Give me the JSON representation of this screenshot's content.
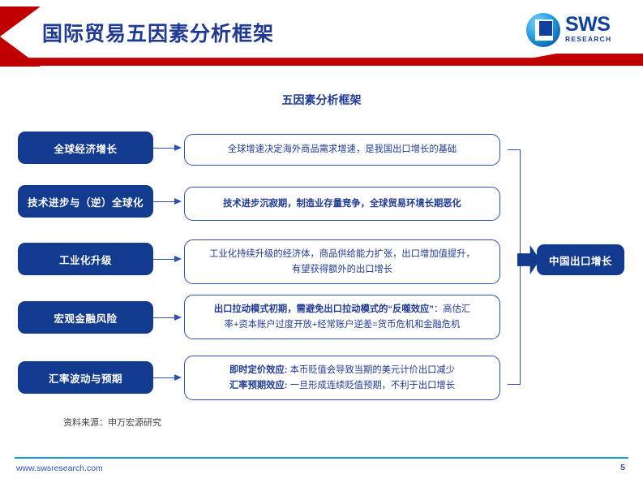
{
  "header": {
    "title": "国际贸易五因素分析框架",
    "logo": {
      "name": "SWS",
      "subtitle": "RESEARCH"
    },
    "accent_red": "#c00000",
    "accent_blue": "#1f3a93"
  },
  "chart_title": "五因素分析框架",
  "diagram": {
    "type": "flow",
    "factors": [
      {
        "label": "全球经济增长"
      },
      {
        "label": "技术进步与（逆）全球化"
      },
      {
        "label": "工业化升级"
      },
      {
        "label": "宏观金融风险"
      },
      {
        "label": "汇率波动与预期"
      }
    ],
    "descriptions": [
      {
        "bold": false,
        "lines": [
          {
            "text": "全球增速决定海外商品需求增速，是我国出口增长的基础"
          }
        ]
      },
      {
        "bold": true,
        "lines": [
          {
            "text": "技术进步沉寂期，制造业存量竞争，全球贸易环境长期恶化"
          }
        ]
      },
      {
        "bold": false,
        "lines": [
          {
            "text": "工业化持续升级的经济体，商品供给能力扩张，出口增加值提升，"
          },
          {
            "text": "有望获得额外的出口增长"
          }
        ]
      },
      {
        "bold": false,
        "lines": [
          {
            "strong": "出口拉动模式初期，需避免出口拉动模式的“反噬效应”",
            "text": "：高估汇"
          },
          {
            "text": "率+资本账户过度开放+经常账户逆差=货币危机和金融危机"
          }
        ]
      },
      {
        "bold": false,
        "lines": [
          {
            "strong": "即时定价效应:",
            "text": " 本币贬值会导致当期的美元计价出口减少"
          },
          {
            "strong": "汇率预期效应:",
            "text": " 一旦形成连续贬值预期，不利于出口增长"
          }
        ]
      }
    ],
    "result": {
      "label": "中国出口增长"
    },
    "box_fill": "#123a8e",
    "outline_color": "#2d51b8"
  },
  "source_note": "资料来源：申万宏源研究",
  "footer": {
    "url": "www.swsresearch.com",
    "page": "5",
    "rule_color": "#1b9ad6"
  }
}
